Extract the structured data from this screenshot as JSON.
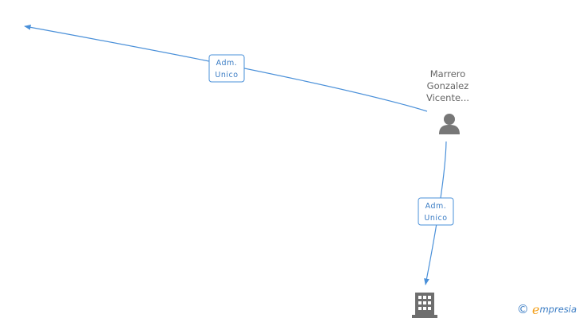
{
  "person": {
    "name_lines": [
      "Marrero",
      "Gonzalez",
      "Vicente..."
    ]
  },
  "edges": [
    {
      "label_lines": [
        "Adm.",
        "Unico"
      ]
    },
    {
      "label_lines": [
        "Adm.",
        "Unico"
      ]
    }
  ],
  "brand": {
    "copyright_symbol": "©",
    "name_initial": "e",
    "name_rest": "mpresia"
  },
  "colors": {
    "edge": "#4a90d9",
    "edge_text": "#3a7cc4",
    "node_icon": "#777777",
    "brand_accent": "#f39c12"
  },
  "icons": {
    "person": "person-icon",
    "company": "building-icon"
  }
}
